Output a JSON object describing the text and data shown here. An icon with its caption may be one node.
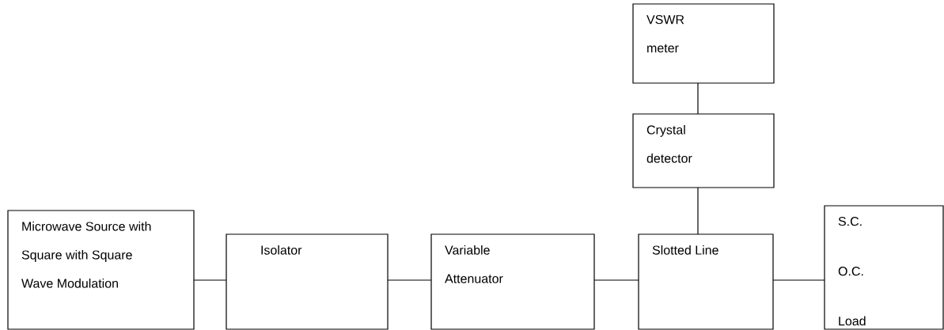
{
  "diagram": {
    "nodes": [
      {
        "text": [
          "VSWR meter"
        ]
      },
      {
        "text": [
          "Crystal detector"
        ]
      },
      {
        "text": [
          "Microwave Source with Square with Square Wave Modulation"
        ]
      },
      {
        "text": [
          "Isolator"
        ]
      },
      {
        "text": [
          "Variable Attenuator"
        ]
      },
      {
        "text": [
          "Slotted Line"
        ]
      },
      {
        "text": [
          "S.C.",
          "O.C.",
          "Load"
        ]
      }
    ],
    "edges": [
      {
        "from": 0,
        "to": 1,
        "arrow": "none"
      },
      {
        "from": 1,
        "to": 5,
        "arrow": "none"
      },
      {
        "from": 2,
        "to": 3,
        "arrow": "none"
      },
      {
        "from": 3,
        "to": 4,
        "arrow": "none"
      },
      {
        "from": 4,
        "to": 5,
        "arrow": "none"
      },
      {
        "from": 5,
        "to": 6,
        "arrow": "none"
      }
    ]
  }
}
